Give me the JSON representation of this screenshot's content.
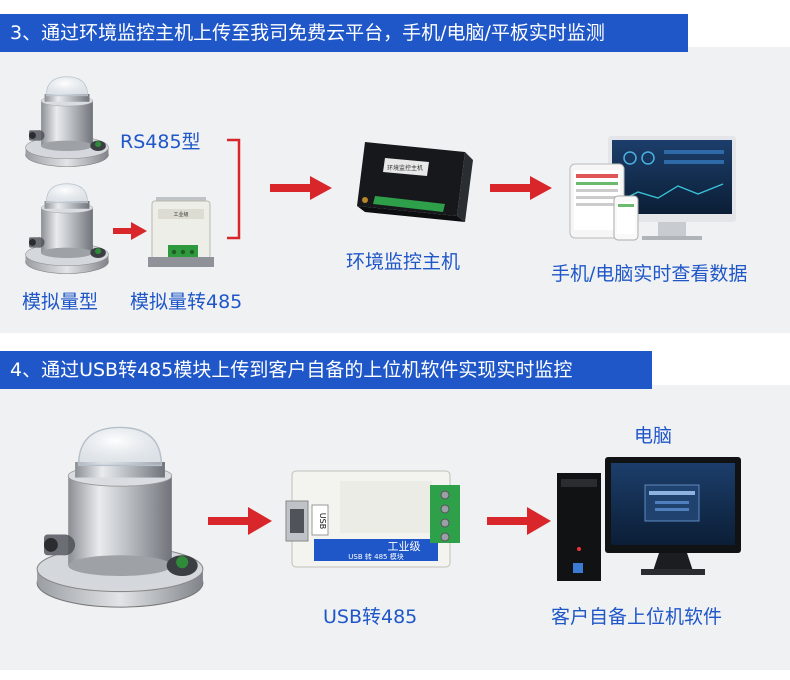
{
  "section1": {
    "header": "3、通过环境监控主机上传至我司免费云平台，手机/电脑/平板实时监测",
    "labels": {
      "rs485_type": "RS485型",
      "analog_type": "模拟量型",
      "analog_to_485": "模拟量转485",
      "host": "环境监控主机",
      "mobile_pc": "手机/电脑实时查看数据"
    },
    "transmitter_text": "工业级",
    "host_text": "环境监控主机"
  },
  "section2": {
    "header": "4、通过USB转485模块上传到客户自备的上位机软件实现实时监控",
    "labels": {
      "computer": "电脑",
      "usb485": "USB转485",
      "software": "客户自备上位机软件"
    },
    "module_text": {
      "industrial": "工业级",
      "usb_to_485": "USB 转 485 模块",
      "usb": "USB"
    }
  },
  "colors": {
    "accent_blue": "#1f57c8",
    "arrow_red": "#d8262a",
    "panel_bg": "#f0f1f3"
  }
}
